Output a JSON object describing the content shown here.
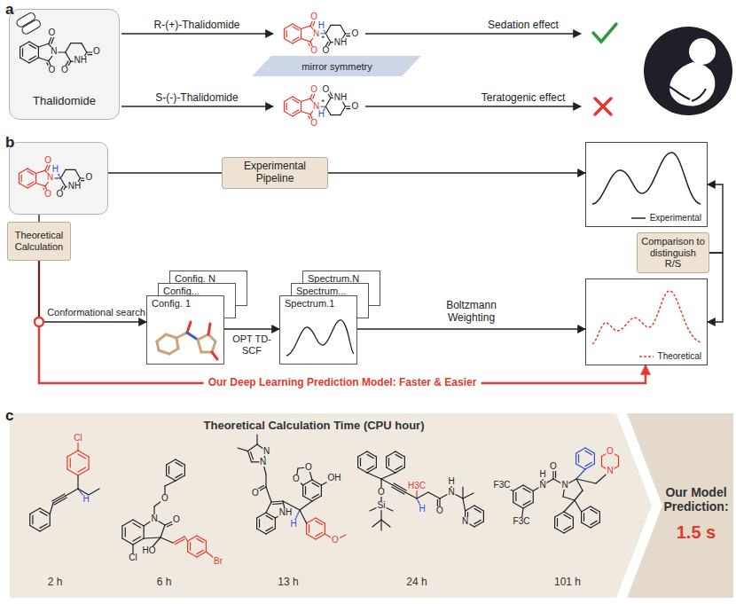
{
  "diagram": {
    "nodes": [
      {
        "text": [
          "O",
          "O",
          "N",
          "O",
          "NH",
          "O",
          "Thalidomide"
        ]
      },
      {
        "text": [
          "mirror symmetry"
        ]
      },
      {
        "text": [
          "O",
          "O",
          "N",
          "H",
          "O",
          "NH",
          "O"
        ]
      },
      {
        "text": [
          "Experimental Pipeline"
        ]
      },
      {
        "text": [
          "Experimental"
        ]
      },
      {
        "text": [
          "Theoretical Calculation"
        ]
      },
      {
        "text": [
          "Config. N"
        ]
      },
      {
        "text": [
          "Config..."
        ]
      },
      {
        "text": [
          "Config. 1"
        ]
      },
      {
        "text": [
          "Spectrum.N"
        ]
      },
      {
        "text": [
          "Spectrum..."
        ]
      },
      {
        "text": [
          "Spectrum.1"
        ]
      },
      {
        "text": [
          "Theoretical"
        ]
      },
      {
        "text": [
          "Comparison to distinguish R/S"
        ]
      },
      {
        "text": [
          "Theoretical Calculation Time (CPU hour)"
        ]
      },
      {
        "text": [
          "Our Model Prediction:",
          "1.5 s"
        ]
      }
    ],
    "edges": [
      {
        "from": 2,
        "to": 3,
        "arrow": "none"
      },
      {
        "from": 3,
        "to": 4,
        "arrow": "to"
      },
      {
        "from": 2,
        "to": 5,
        "arrow": "none"
      },
      {
        "from": 5,
        "to": 8,
        "arrow": "to",
        "label": "Conformational search"
      },
      {
        "from": 8,
        "to": 11,
        "arrow": "to",
        "label": "OPT TD-SCF"
      },
      {
        "from": 11,
        "to": 12,
        "arrow": "to",
        "label": "Boltzmann Weighting"
      },
      {
        "from": 13,
        "to": 4,
        "arrow": "to"
      },
      {
        "from": 13,
        "to": 12,
        "arrow": "to"
      },
      {
        "from": 5,
        "to": 12,
        "arrow": "to",
        "label": "Our Deep Learning Prediction Model: Faster & Easier"
      }
    ],
    "labels": [
      "a",
      "R-(+)-Thalidomide",
      "S-(-)-Thalidomide",
      "Sedation effect",
      "Teratogenic effect",
      "b",
      "c",
      "O",
      "O",
      "N",
      "H",
      "*",
      "O",
      "NH",
      "O",
      "O",
      "O",
      "N",
      "H",
      "*",
      "O",
      "NH",
      "O",
      "2 h",
      "6 h",
      "13 h",
      "24 h",
      "101 h",
      "Cl",
      "H",
      "O",
      "N",
      "O",
      "Cl",
      "HO",
      "Br",
      "N",
      "N",
      "O",
      "O",
      "O",
      "OH",
      "NH",
      "H",
      "O",
      "O",
      "Si",
      "H3C",
      "H",
      "O",
      "N",
      "H",
      "N",
      "F3C",
      "F3C",
      "N",
      "H",
      "O",
      "N",
      "N",
      "O"
    ]
  }
}
